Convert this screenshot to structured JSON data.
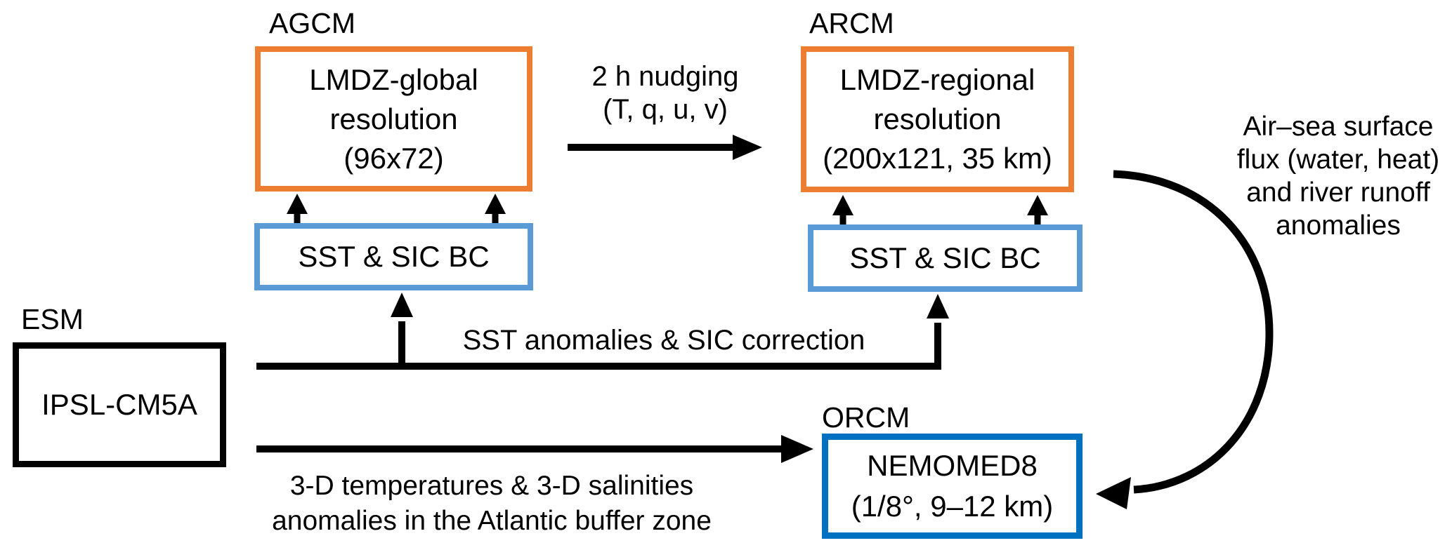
{
  "colors": {
    "orange": "#ED7D31",
    "light-blue": "#5B9BD5",
    "dark-blue": "#0070C0",
    "ink": "#000000",
    "bg": "#FFFFFF"
  },
  "diagram": {
    "esm": {
      "label": "ESM",
      "box_text": "IPSL-CM5A"
    },
    "agcm": {
      "label": "AGCM",
      "box_lines": [
        "LMDZ-global",
        "resolution",
        "(96x72)"
      ]
    },
    "arcm": {
      "label": "ARCM",
      "box_lines": [
        "LMDZ-regional",
        "resolution",
        "(200x121, 35 km)"
      ]
    },
    "orcm": {
      "label": "ORCM",
      "box_lines": [
        "NEMOMED8",
        "(1/8°, 9–12 km)"
      ]
    },
    "sst_bc_left": {
      "box_text": "SST & SIC BC"
    },
    "sst_bc_right": {
      "box_text": "SST & SIC BC"
    },
    "annotations": {
      "nudging": {
        "lines": [
          "2 h nudging",
          "(T, q, u, v)"
        ]
      },
      "sst_anomalies": {
        "text": "SST anomalies & SIC correction"
      },
      "buffer_zone": {
        "lines": [
          "3-D temperatures & 3-D salinities",
          "anomalies in the Atlantic buffer zone"
        ]
      },
      "air_sea": {
        "lines": [
          "Air–sea surface",
          "flux (water, heat)",
          "and river runoff",
          "anomalies"
        ]
      }
    }
  }
}
